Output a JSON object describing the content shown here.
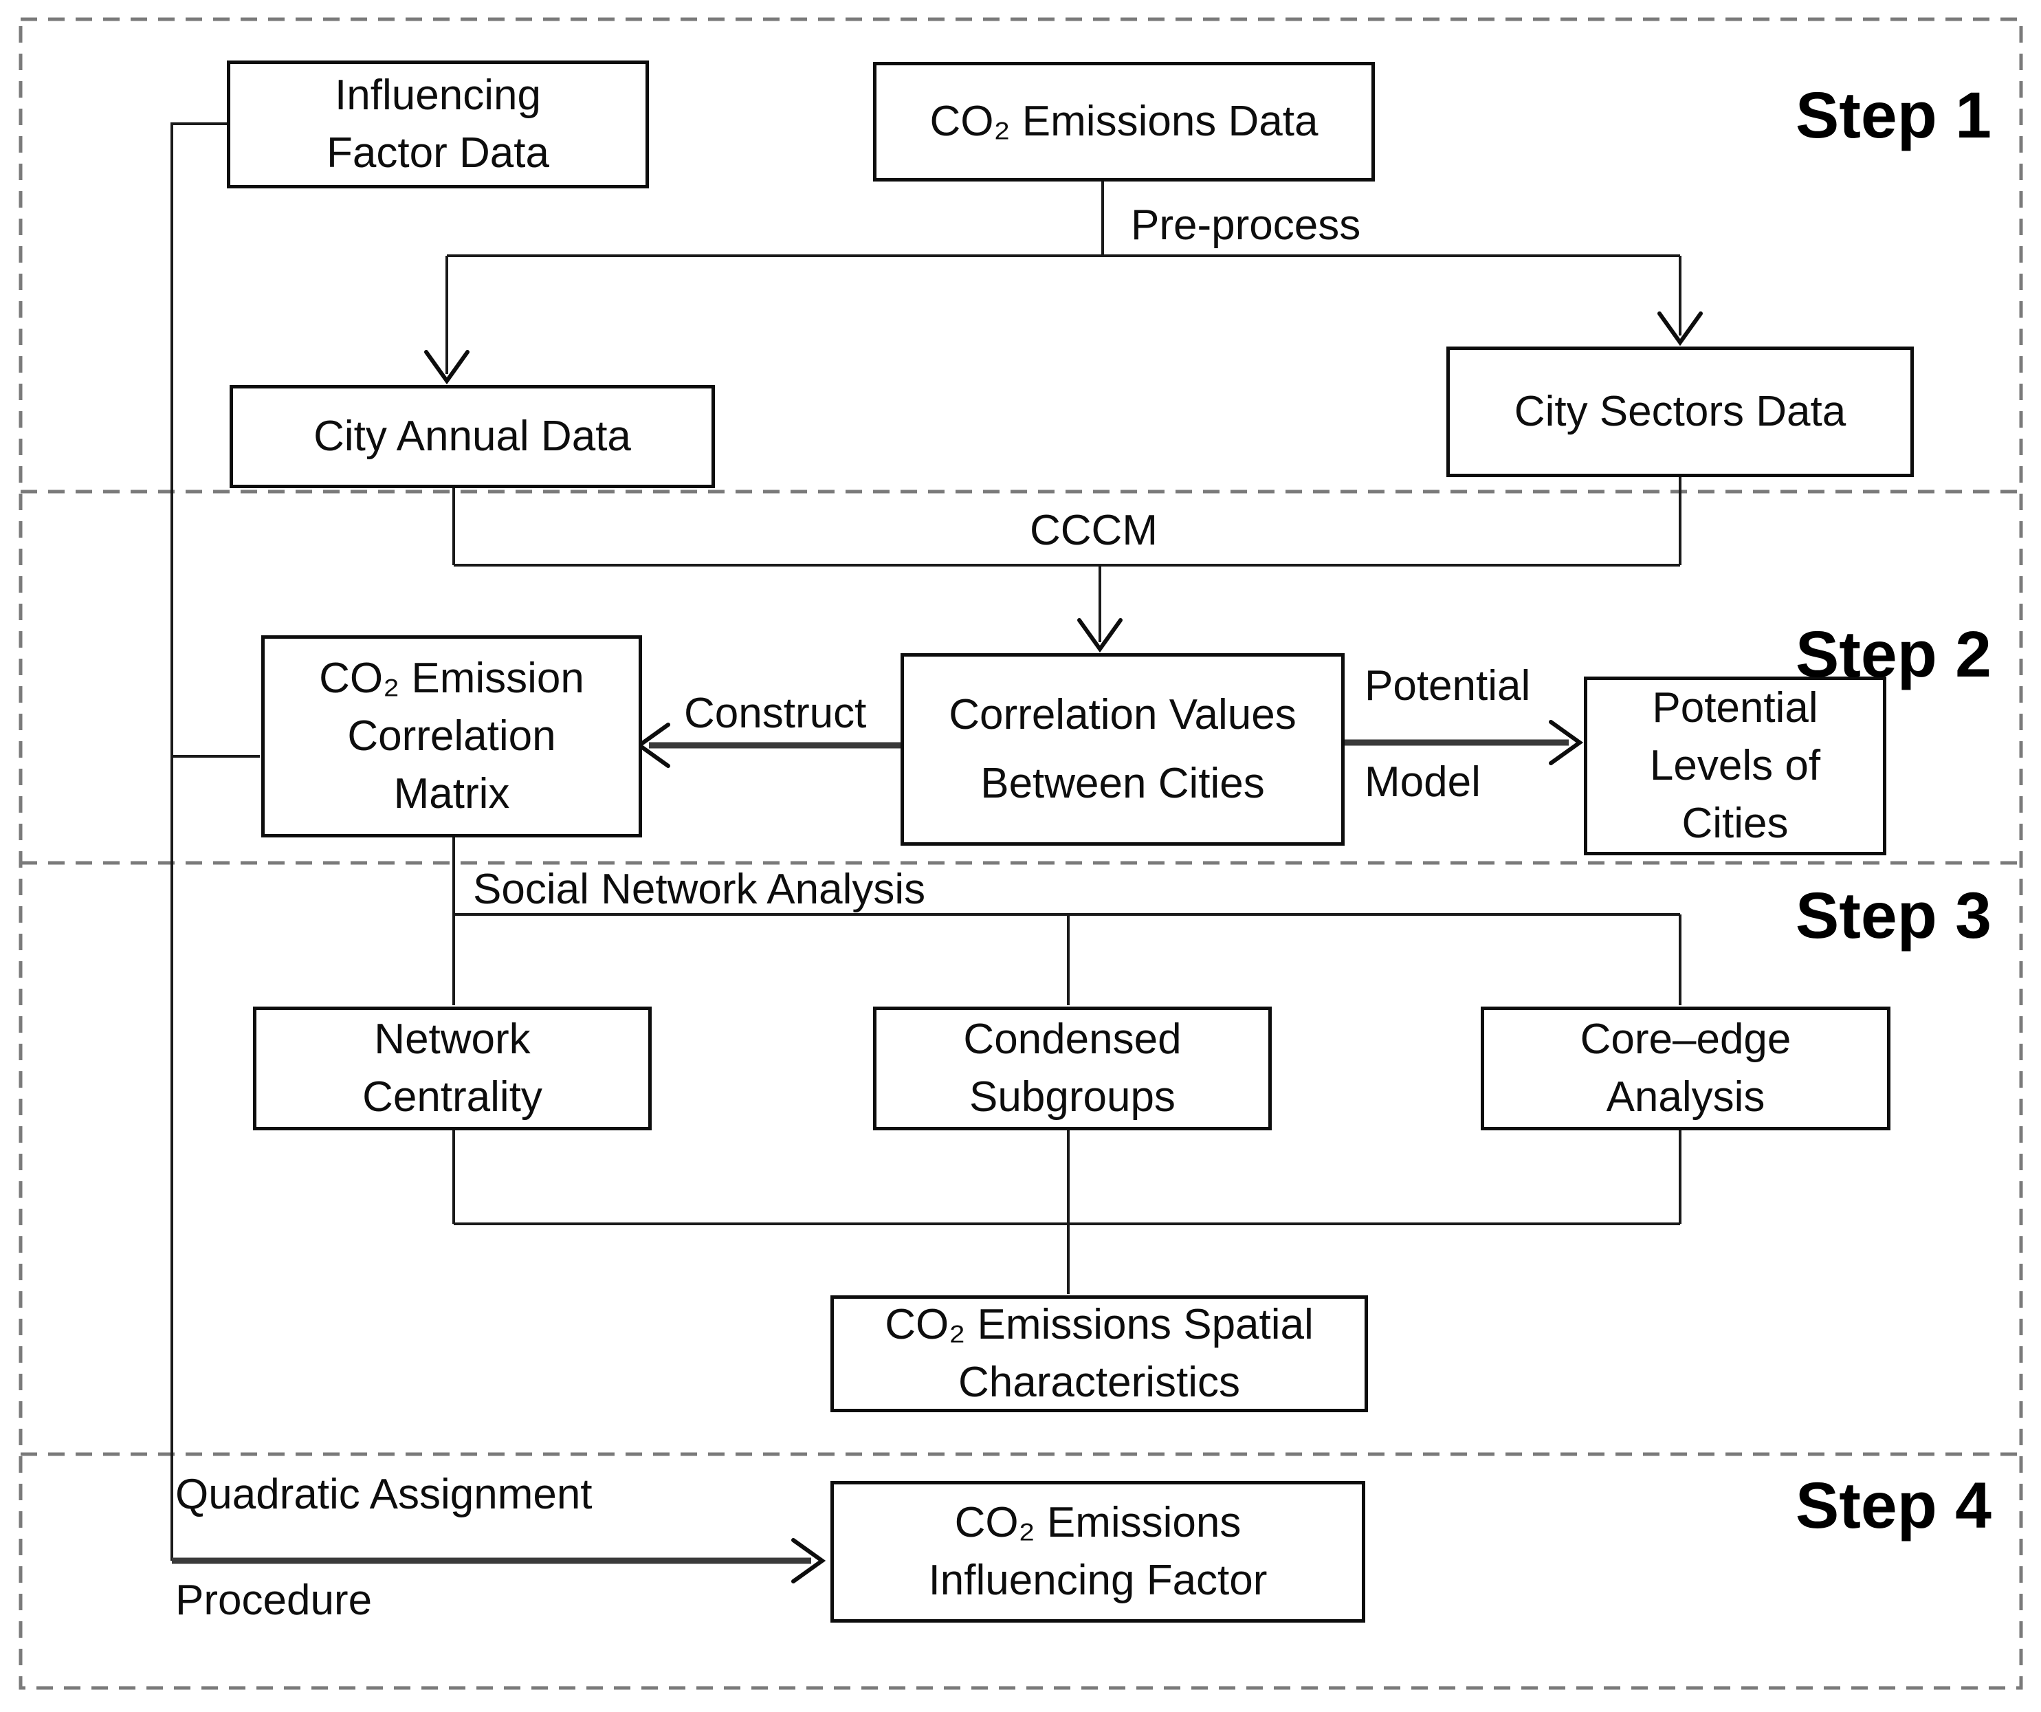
{
  "figure": {
    "type": "flowchart",
    "description": "Four-step research framework flowchart for CO₂ emissions analysis"
  },
  "steps": [
    {
      "label": "Step 1"
    },
    {
      "label": "Step 2"
    },
    {
      "label": "Step 3"
    },
    {
      "label": "Step 4"
    }
  ],
  "boxes": {
    "influencing_factor": {
      "lines": [
        "Influencing",
        "Factor Data"
      ]
    },
    "co2_emissions_data": {
      "lines": [
        "CO₂ Emissions Data"
      ]
    },
    "city_annual_data": {
      "lines": [
        "City Annual Data"
      ]
    },
    "city_sectors_data": {
      "lines": [
        "City Sectors Data"
      ]
    },
    "co2_emission_correlation_matrix": {
      "lines": [
        "CO₂ Emission",
        "Correlation",
        "Matrix"
      ]
    },
    "correlation_values": {
      "lines": [
        "Correlation Values",
        "Between Cities"
      ]
    },
    "potential_levels": {
      "lines": [
        "Potential",
        "Levels of",
        "Cities"
      ]
    },
    "network_centrality": {
      "lines": [
        "Network",
        "Centrality"
      ]
    },
    "condensed_subgroups": {
      "lines": [
        "Condensed",
        "Subgroups"
      ]
    },
    "core_edge_analysis": {
      "lines": [
        "Core–edge",
        "Analysis"
      ]
    },
    "co2_spatial_characteristics": {
      "lines": [
        "CO₂ Emissions Spatial",
        "Characteristics"
      ]
    },
    "co2_influencing_factor": {
      "lines": [
        "CO₂ Emissions",
        "Influencing Factor"
      ]
    }
  },
  "edge_labels": {
    "pre_process": "Pre-process",
    "cccm": "CCCM",
    "construct": "Construct",
    "potential": "Potential",
    "model": "Model",
    "social_network_analysis": "Social Network Analysis",
    "quadratic_assignment": "Quadratic Assignment",
    "procedure": "Procedure"
  },
  "colors": {
    "background": "#ffffff",
    "box_border": "#0d0d0d",
    "connector": "#1a1a1a",
    "dashed_border": "#7a7a7a",
    "text": "#0d0d0d"
  }
}
